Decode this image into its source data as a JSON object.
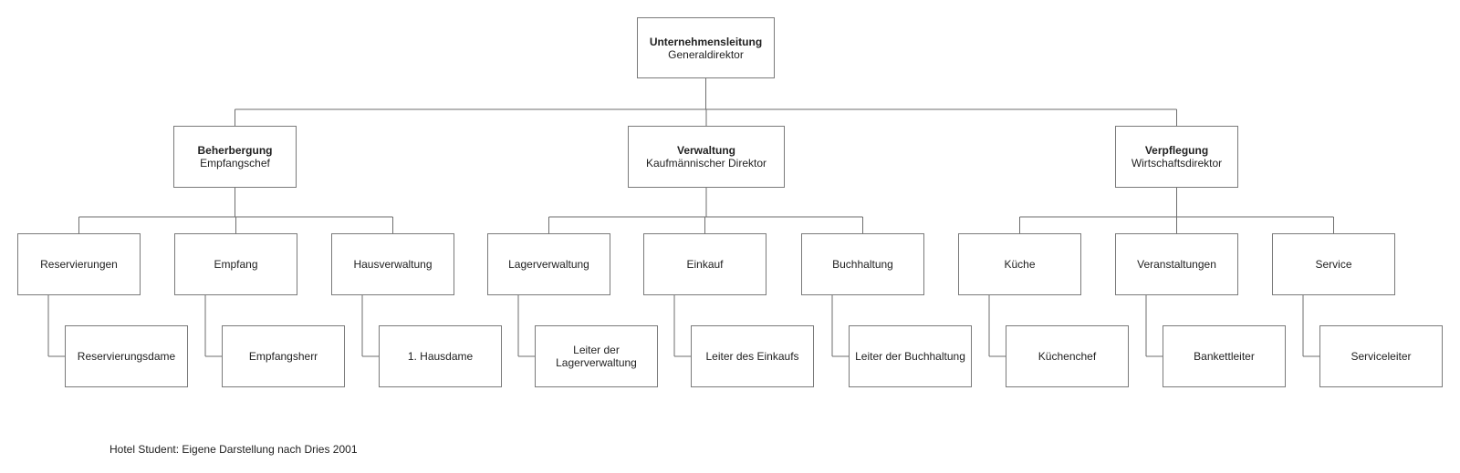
{
  "org": {
    "root": {
      "title": "Unternehmensleitung",
      "subtitle": "Generaldirektor"
    },
    "divisions": [
      {
        "title": "Beherbergung",
        "subtitle": "Empfangschef",
        "departments": [
          {
            "name": "Reservierungen",
            "lead": "Reservierungsdame"
          },
          {
            "name": "Empfang",
            "lead": "Empfangsherr"
          },
          {
            "name": "Hausverwaltung",
            "lead": "1. Hausdame"
          }
        ]
      },
      {
        "title": "Verwaltung",
        "subtitle": "Kaufmännischer Direktor",
        "departments": [
          {
            "name": "Lagerverwaltung",
            "lead": "Leiter der Lagerverwaltung"
          },
          {
            "name": "Einkauf",
            "lead": "Leiter des Einkaufs"
          },
          {
            "name": "Buchhaltung",
            "lead": "Leiter der Buchhaltung"
          }
        ]
      },
      {
        "title": "Verpflegung",
        "subtitle": "Wirtschaftsdirektor",
        "departments": [
          {
            "name": "Küche",
            "lead": "Küchenchef"
          },
          {
            "name": "Veranstaltungen",
            "lead": "Bankettleiter"
          },
          {
            "name": "Service",
            "lead": "Serviceleiter"
          }
        ]
      }
    ]
  },
  "caption": "Hotel Student: Eigene Darstellung nach Dries 2001"
}
